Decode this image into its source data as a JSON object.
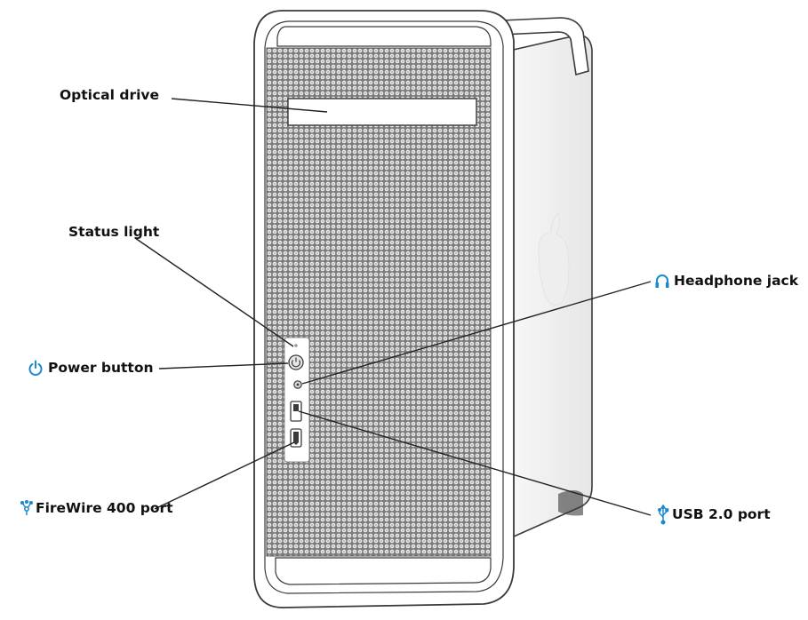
{
  "labels": {
    "optical_drive": "Optical drive",
    "status_light": "Status light",
    "power_button": "Power button",
    "firewire_port": "FireWire 400 port",
    "headphone_jack": "Headphone jack",
    "usb_port": "USB 2.0 port"
  },
  "icons": {
    "power_icon": "power-symbol",
    "headphone_icon": "headphones",
    "firewire_icon": "firewire-symbol",
    "usb_icon": "usb-trident"
  },
  "colors": {
    "icon_accent": "#1a8ad0",
    "label_text": "#111111",
    "leader_line": "#222222",
    "case_outline": "#3a3a3a",
    "grille_background": "#8a8a8a"
  }
}
